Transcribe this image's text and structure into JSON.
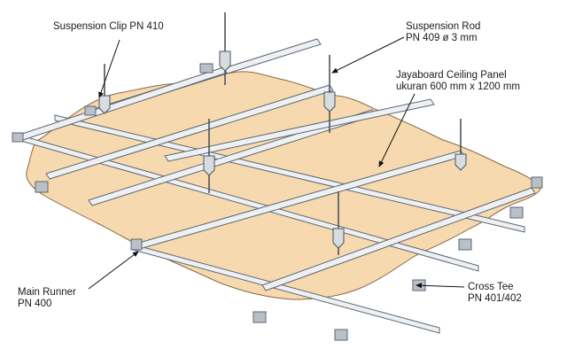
{
  "diagram": {
    "colors": {
      "panel_fill": "#f6d9ae",
      "panel_stroke": "#8a6a45",
      "rail_fill": "#eef1f4",
      "rail_shade": "#b9c0c8",
      "rail_stroke": "#5d6670",
      "rod": "#4c545c",
      "leader": "#111111"
    },
    "labels": {
      "suspension_clip": {
        "line1": "Suspension Clip PN 410"
      },
      "suspension_rod": {
        "line1": "Suspension Rod",
        "line2": "PN 409 ø 3 mm"
      },
      "ceiling_panel": {
        "line1": "Jayaboard Ceiling Panel",
        "line2": "ukuran 600 mm x 1200 mm"
      },
      "main_runner": {
        "line1": "Main Runner",
        "line2": "PN 400"
      },
      "cross_tee": {
        "line1": "Cross Tee",
        "line2": "PN 401/402"
      }
    }
  }
}
